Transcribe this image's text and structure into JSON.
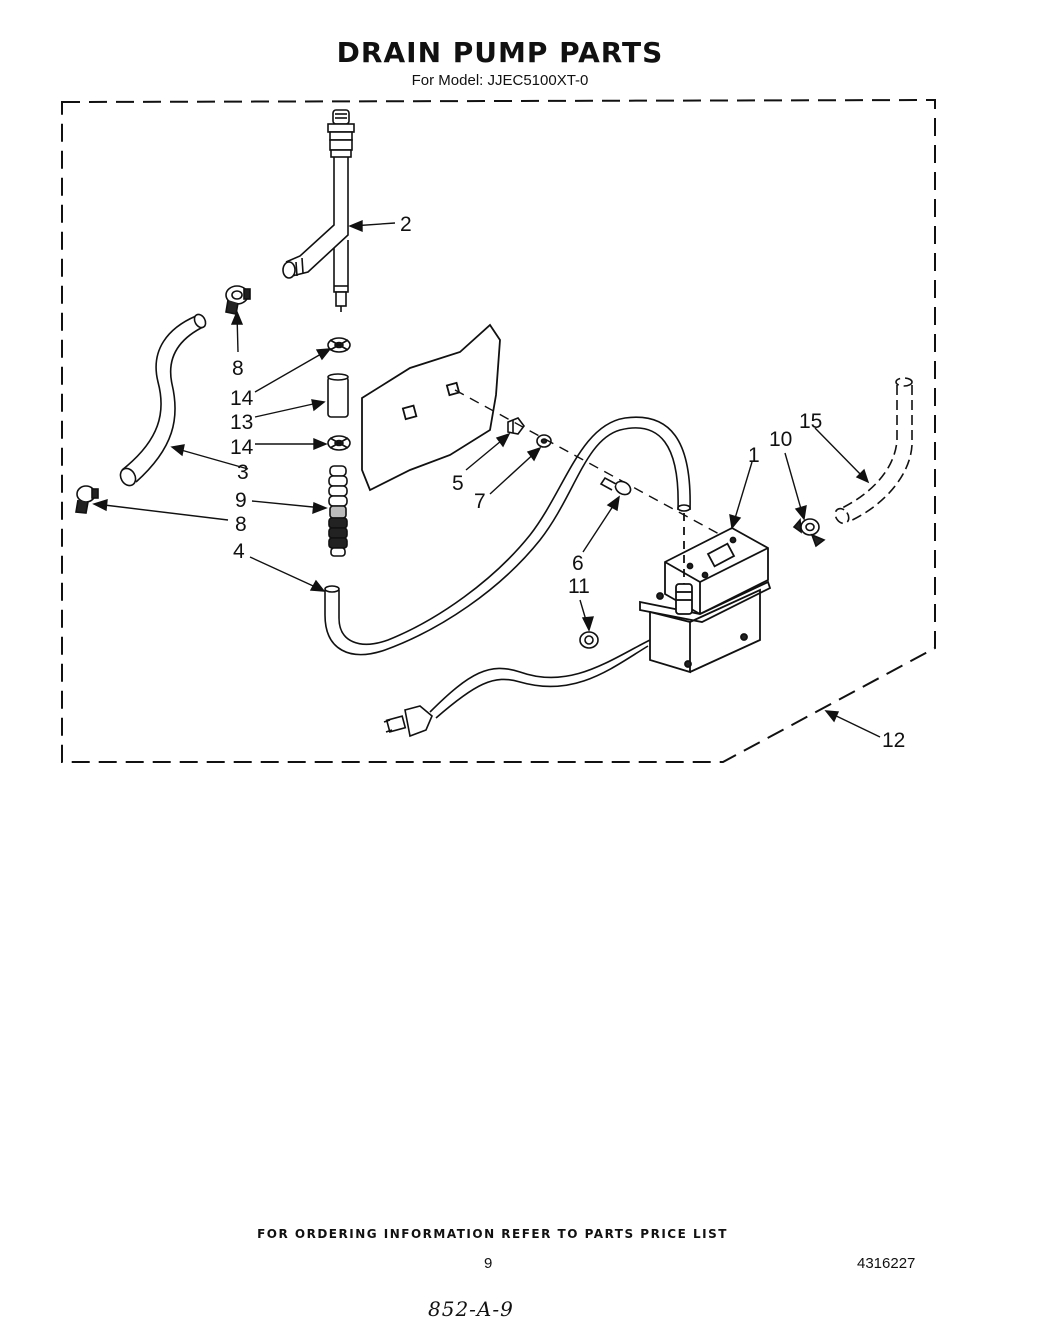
{
  "header": {
    "title": "DRAIN PUMP PARTS",
    "model_line": "For Model: JJEC5100XT-0"
  },
  "callouts": {
    "c1": "1",
    "c2": "2",
    "c3": "3",
    "c4": "4",
    "c5": "5",
    "c6": "6",
    "c7": "7",
    "c8a": "8",
    "c8b": "8",
    "c9": "9",
    "c10": "10",
    "c11": "11",
    "c12": "12",
    "c13": "13",
    "c14a": "14",
    "c14b": "14",
    "c15": "15"
  },
  "footer": {
    "ordering_note": "FOR ORDERING INFORMATION REFER TO PARTS PRICE LIST",
    "page_number": "9",
    "document_number": "4316227",
    "handwritten_note": "852-A-9"
  }
}
